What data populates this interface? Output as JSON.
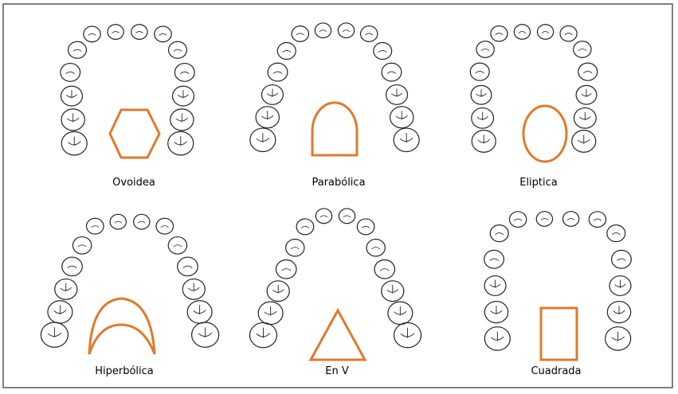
{
  "panels": [
    {
      "id": "ovoidea",
      "label": "Ovoidea",
      "arch": "ovoid",
      "shape": "hexagon"
    },
    {
      "id": "parabolica",
      "label": "Parabólica",
      "arch": "parabolic",
      "shape": "arch"
    },
    {
      "id": "eliptica",
      "label": "Eliptica",
      "arch": "elliptic",
      "shape": "ellipse"
    },
    {
      "id": "hiperbolica",
      "label": "Hiperbólica",
      "arch": "hyperbolic",
      "shape": "crescent"
    },
    {
      "id": "en-v",
      "label": "En V",
      "arch": "v",
      "shape": "triangle"
    },
    {
      "id": "cuadrada",
      "label": "Cuadrada",
      "arch": "square",
      "shape": "rectangle"
    }
  ],
  "colors": {
    "shape": "#E07A2C",
    "tooth": "#222222",
    "border": "#555555"
  }
}
